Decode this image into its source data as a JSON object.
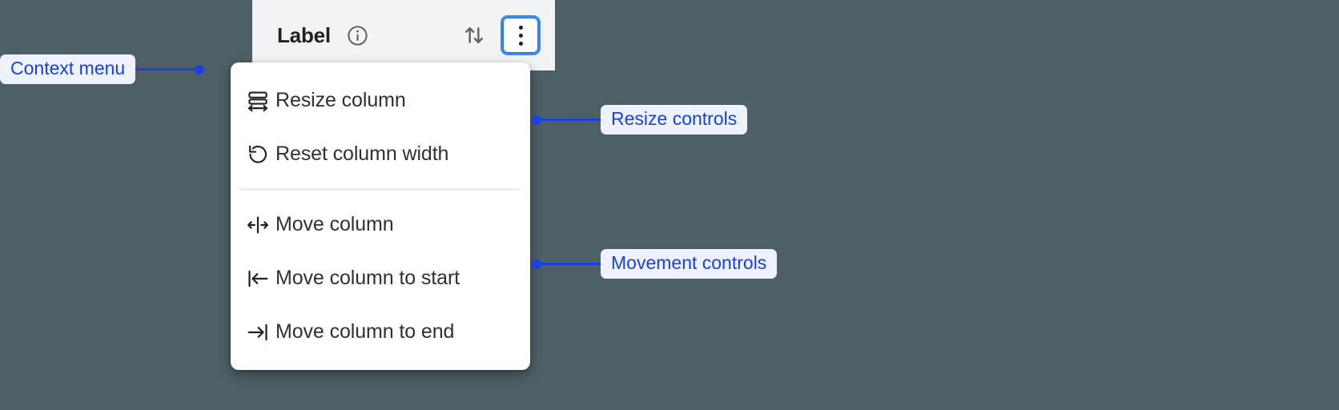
{
  "theme": {
    "background": "#4c6066",
    "accent_blue": "#1a41e0",
    "focus_ring": "#4285f4",
    "header_bg": "#f1f3f4",
    "menu_bg": "#ffffff",
    "chip_bg": "#eef2fd",
    "text_primary": "#202124",
    "divider": "#dadce0"
  },
  "column_header": {
    "label": "Label",
    "info_icon": "info-circle-icon",
    "sort_icon": "sort-arrows-icon",
    "overflow_icon": "three-dots-vertical-icon"
  },
  "context_menu": {
    "groups": [
      {
        "name": "resize-controls",
        "items": [
          {
            "icon": "resize-column-icon",
            "label": "Resize column"
          },
          {
            "icon": "reset-width-icon",
            "label": "Reset column width"
          }
        ]
      },
      {
        "name": "movement-controls",
        "items": [
          {
            "icon": "move-column-icon",
            "label": "Move column"
          },
          {
            "icon": "move-to-start-icon",
            "label": "Move column to start"
          },
          {
            "icon": "move-to-end-icon",
            "label": "Move column to end"
          }
        ]
      }
    ]
  },
  "annotations": [
    {
      "name": "context-menu",
      "label": "Context menu"
    },
    {
      "name": "resize-controls",
      "label": "Resize controls"
    },
    {
      "name": "movement-controls",
      "label": "Movement controls"
    }
  ]
}
